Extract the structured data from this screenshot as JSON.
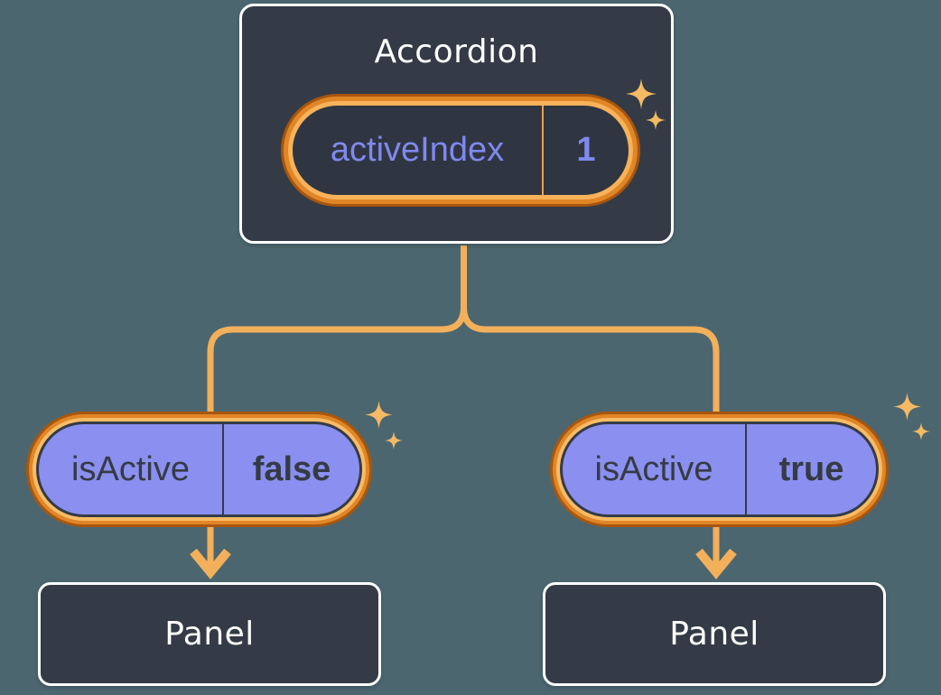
{
  "diagram": {
    "description": "React state diagram: Accordion parent holding state, passing props to two Panels",
    "root_card": {
      "title": "Accordion",
      "state_pill": {
        "name": "activeIndex",
        "value": "1"
      }
    },
    "children": [
      {
        "side": "left",
        "prop_pill": {
          "name": "isActive",
          "value": "false"
        },
        "panel_label": "Panel"
      },
      {
        "side": "right",
        "prop_pill": {
          "name": "isActive",
          "value": "true"
        },
        "panel_label": "Panel"
      }
    ],
    "icons": [
      "sparkle-icon",
      "arrow-down-icon",
      "connector-branch-lines"
    ],
    "colors": {
      "background": "#4C6670",
      "card_background": "#343B47",
      "card_border": "#FFFFFF",
      "state_pill_background": "#2F3642",
      "prop_pill_background": "#8A8FF0",
      "purple_text": "#8089EE",
      "dark_text": "#353B44",
      "title_text": "#FFFFFF",
      "connector_orange": "#F3B05A",
      "ring_light": "#F8BC66",
      "ring_mid": "#E08627",
      "ring_dark": "#A8560E",
      "state_divider": "#ECA04A",
      "sparkle": "#F6BA62"
    }
  }
}
